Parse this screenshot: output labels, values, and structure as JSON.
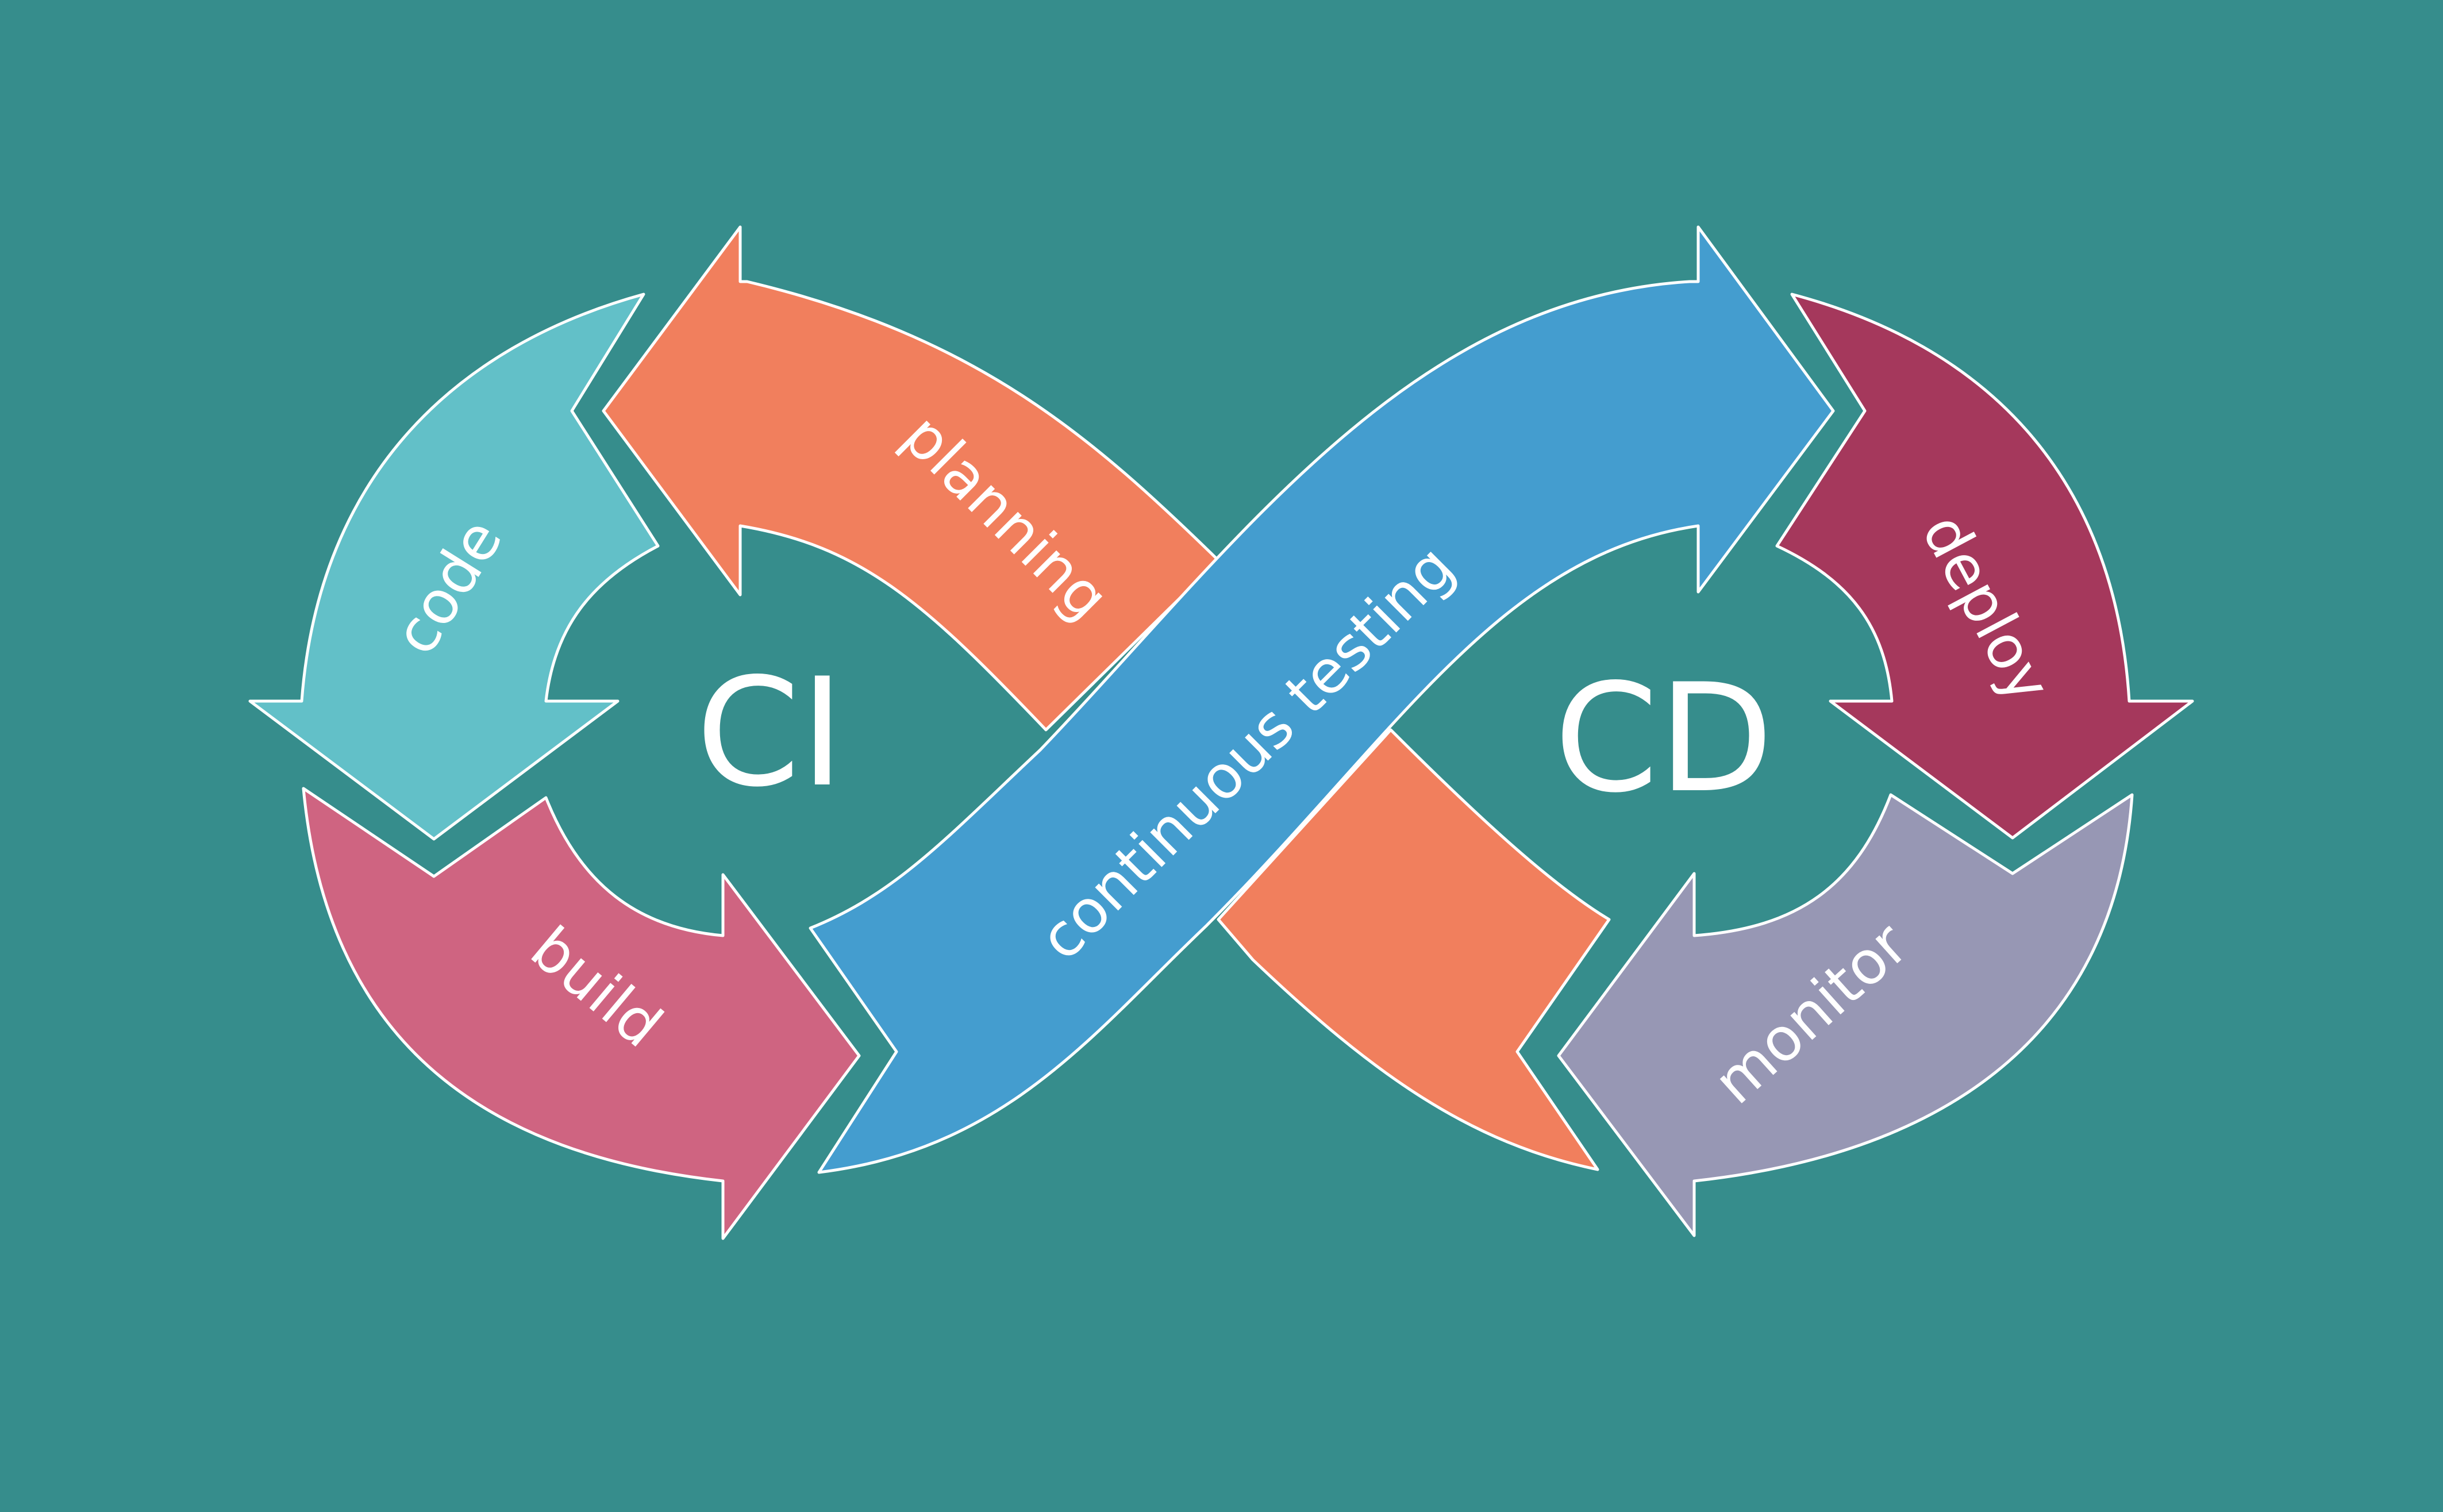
{
  "background_color": "#368d8c",
  "outline_color": "#ffffff",
  "hubs": {
    "ci": "CI",
    "cd": "CD"
  },
  "stages": {
    "code": {
      "label": "code",
      "color": "#62c0c8"
    },
    "build": {
      "label": "build",
      "color": "#cf6481"
    },
    "planning": {
      "label": "planning",
      "color": "#f17f5d"
    },
    "testing": {
      "label": "continuous testing",
      "color": "#449dcf"
    },
    "deploy": {
      "label": "deploy",
      "color": "#a5385c"
    },
    "monitor": {
      "label": "monitor",
      "color": "#9797b4"
    }
  }
}
